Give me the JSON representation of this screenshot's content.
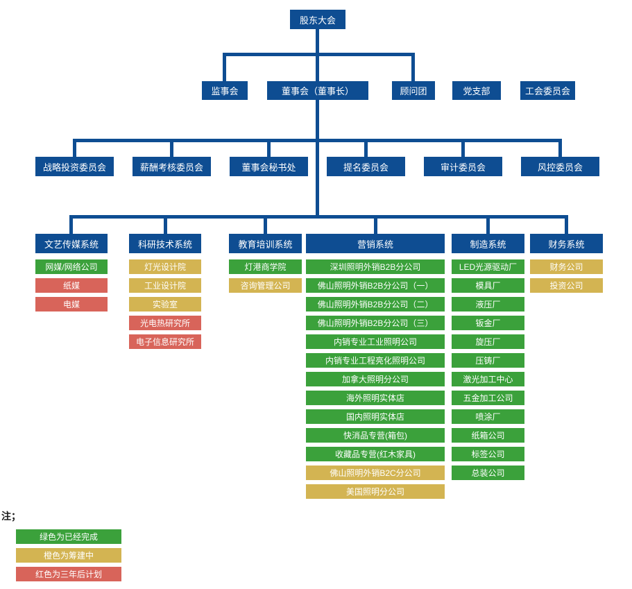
{
  "colors": {
    "blue": "#0e4d92",
    "green": "#3ba13b",
    "yellow": "#d3b452",
    "red": "#d8645a"
  },
  "root": {
    "label": "股东大会"
  },
  "row2": [
    {
      "label": "监事会"
    },
    {
      "label": "董事会（董事长）"
    },
    {
      "label": "顾问团"
    },
    {
      "label": "党支部"
    },
    {
      "label": "工会委员会"
    }
  ],
  "committees": [
    {
      "label": "战略投资委员会"
    },
    {
      "label": "薪酬考核委员会"
    },
    {
      "label": "董事会秘书处"
    },
    {
      "label": "提名委员会"
    },
    {
      "label": "审计委员会"
    },
    {
      "label": "风控委员会"
    }
  ],
  "systems": [
    {
      "label": "文艺传媒系统",
      "children": [
        {
          "label": "网媒/网络公司",
          "status": "green"
        },
        {
          "label": "纸媒",
          "status": "red"
        },
        {
          "label": "电媒",
          "status": "red"
        }
      ]
    },
    {
      "label": "科研技术系统",
      "children": [
        {
          "label": "灯光设计院",
          "status": "yellow"
        },
        {
          "label": "工业设计院",
          "status": "yellow"
        },
        {
          "label": "实验室",
          "status": "yellow"
        },
        {
          "label": "光电热研究所",
          "status": "red"
        },
        {
          "label": "电子信息研究所",
          "status": "red"
        }
      ]
    },
    {
      "label": "教育培训系统",
      "children": [
        {
          "label": "灯港商学院",
          "status": "green"
        },
        {
          "label": "咨询管理公司",
          "status": "yellow"
        }
      ]
    },
    {
      "label": "营销系统",
      "children": [
        {
          "label": "深圳照明外销B2B分公司",
          "status": "green"
        },
        {
          "label": "佛山照明外销B2B分公司（一）",
          "status": "green"
        },
        {
          "label": "佛山照明外销B2B分公司（二）",
          "status": "green"
        },
        {
          "label": "佛山照明外销B2B分公司（三）",
          "status": "green"
        },
        {
          "label": "内销专业工业照明公司",
          "status": "green"
        },
        {
          "label": "内销专业工程亮化照明公司",
          "status": "green"
        },
        {
          "label": "加拿大照明分公司",
          "status": "green"
        },
        {
          "label": "海外照明实体店",
          "status": "green"
        },
        {
          "label": "国内照明实体店",
          "status": "green"
        },
        {
          "label": "快消品专营(箱包)",
          "status": "green"
        },
        {
          "label": "收藏品专营(红木家具)",
          "status": "green"
        },
        {
          "label": "佛山照明外销B2C分公司",
          "status": "yellow"
        },
        {
          "label": "美国照明分公司",
          "status": "yellow"
        }
      ]
    },
    {
      "label": "制造系统",
      "children": [
        {
          "label": "LED光源驱动厂",
          "status": "green"
        },
        {
          "label": "模具厂",
          "status": "green"
        },
        {
          "label": "液压厂",
          "status": "green"
        },
        {
          "label": "钣金厂",
          "status": "green"
        },
        {
          "label": "旋压厂",
          "status": "green"
        },
        {
          "label": "压铸厂",
          "status": "green"
        },
        {
          "label": "激光加工中心",
          "status": "green"
        },
        {
          "label": "五金加工公司",
          "status": "green"
        },
        {
          "label": "喷涂厂",
          "status": "green"
        },
        {
          "label": "纸箱公司",
          "status": "green"
        },
        {
          "label": "标签公司",
          "status": "green"
        },
        {
          "label": "总装公司",
          "status": "green"
        }
      ]
    },
    {
      "label": "财务系统",
      "children": [
        {
          "label": "财务公司",
          "status": "yellow"
        },
        {
          "label": "投资公司",
          "status": "yellow"
        }
      ]
    }
  ],
  "note": {
    "label": "注；",
    "legend": [
      {
        "label": "绿色为已经完成",
        "status": "green"
      },
      {
        "label": "橙色为筹建中",
        "status": "yellow"
      },
      {
        "label": "红色为三年后计划",
        "status": "red"
      }
    ]
  }
}
